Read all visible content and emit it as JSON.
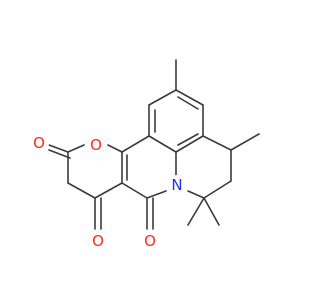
{
  "colors": {
    "bond": "#3a3a3a",
    "oxygen": "#ff2a1a",
    "nitrogen": "#2030ee",
    "background": "#ffffff"
  },
  "atoms": {
    "ring_oxygen": "O",
    "lactone_carbonyl_oxygen": "O",
    "ketone_oxygen": "O",
    "amide_oxygen": "O",
    "nitrogen": "N"
  }
}
